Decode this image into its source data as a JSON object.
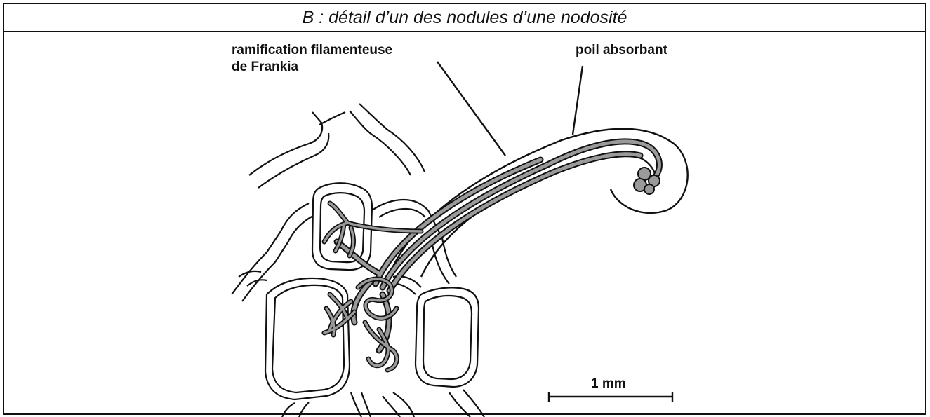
{
  "title": "B : détail d’un des nodules d’une nodosité",
  "labels": {
    "frankia_line1": "ramification filamenteuse",
    "frankia_line2": "de Frankia",
    "root_hair": "poil absorbant",
    "scale": "1 mm"
  },
  "colors": {
    "ink": "#111111",
    "filament_fill": "#9a9a9a",
    "background": "#ffffff"
  }
}
